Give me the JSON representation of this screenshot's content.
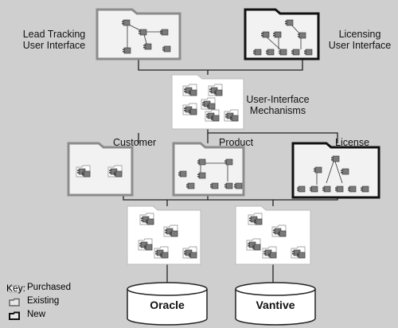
{
  "labels": {
    "lead_tracking": "Lead Tracking\nUser Interface",
    "licensing": "Licensing\nUser Interface",
    "ui_mechanisms": "User-Interface\nMechanisms",
    "customer": "Customer",
    "product": "Product",
    "license": "License",
    "oracle": "Oracle",
    "vantive": "Vantive"
  },
  "key": {
    "title": "Key:",
    "items": [
      {
        "label": "Purchased",
        "style": "purchased"
      },
      {
        "label": "Existing",
        "style": "existing"
      },
      {
        "label": "New",
        "style": "new"
      }
    ]
  },
  "colors": {
    "background": "#cfcfcf",
    "purchased_fill": "#ffffff",
    "existing_fill": "#f2f2f2",
    "existing_stroke": "#8c8c8c",
    "new_stroke": "#111111",
    "line": "#222222",
    "component": "#7a7a7a"
  }
}
